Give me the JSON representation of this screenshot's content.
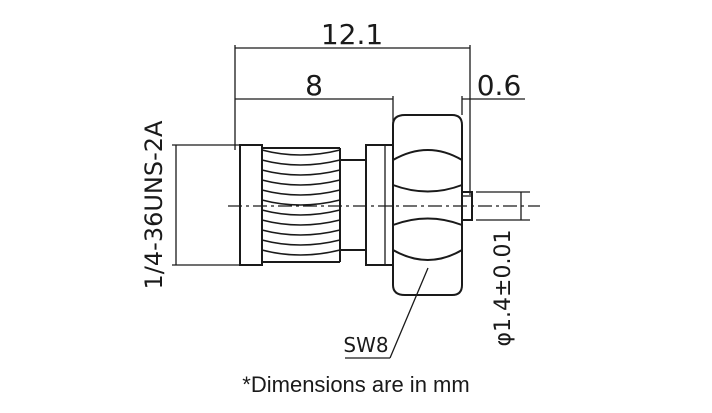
{
  "dimensions": {
    "overall_length": "12.1",
    "body_length": "8",
    "pin_protrusion": "0.6",
    "thread_spec": "1/4-36UNS-2A",
    "pin_diameter": "φ1.4±0.01",
    "wrench_size": "SW8"
  },
  "note": "*Dimensions are in mm"
}
